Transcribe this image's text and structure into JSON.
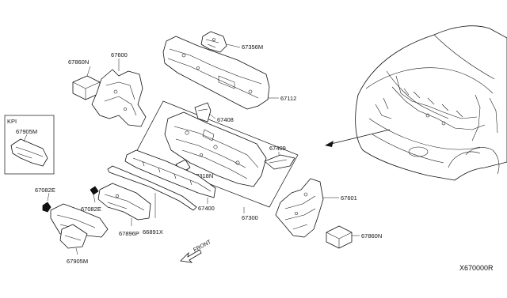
{
  "labels": {
    "l67356M": "67356M",
    "l67860N_top": "67860N",
    "l67600": "67600",
    "l67112": "67112",
    "lKPI": "KPI",
    "l67905M_kpi": "67905M",
    "l67408": "67408",
    "l67409": "67409",
    "l67318N": "67318N",
    "l67082E_a": "67082E",
    "l67082E_b": "67082E",
    "l67601": "67601",
    "l67300": "67300",
    "l67400": "67400",
    "l66891X": "66891X",
    "l67896P": "67896P",
    "l67905M_bottom": "67905M",
    "l67860N_bottom": "67860N",
    "front": "FRONT",
    "code": "X670000R"
  }
}
